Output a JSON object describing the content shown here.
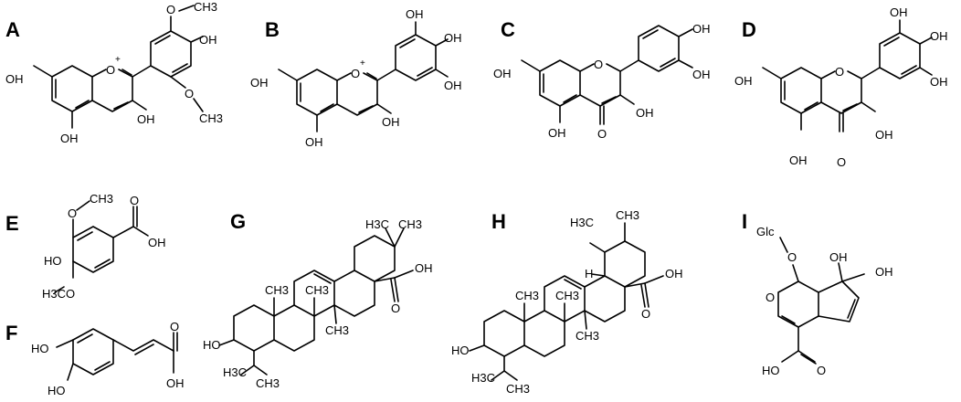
{
  "panels": {
    "A": {
      "label": "A",
      "atoms": {
        "oh1": "OH",
        "oh2": "OH",
        "oh3": "OH",
        "oh4": "OH",
        "o_ring": "O",
        "plus": "+",
        "o_me1": "O",
        "ch3_1": "CH3",
        "o_me2": "O",
        "ch3_2": "CH3"
      }
    },
    "B": {
      "label": "B",
      "atoms": {
        "oh1": "OH",
        "oh2": "OH",
        "oh3": "OH",
        "oh4": "OH",
        "oh5": "OH",
        "oh6": "OH",
        "o_ring": "O",
        "plus": "+"
      }
    },
    "C": {
      "label": "C",
      "atoms": {
        "oh1": "OH",
        "oh2": "OH",
        "oh3": "OH",
        "oh4": "OH",
        "oh5": "OH",
        "o_ring": "O",
        "o_keto": "O"
      }
    },
    "D": {
      "label": "D",
      "atoms": {
        "oh1": "OH",
        "oh2": "OH",
        "oh3": "OH",
        "oh4": "OH",
        "oh5": "OH",
        "oh6": "OH",
        "o_ring": "O",
        "o_keto": "O"
      }
    },
    "E": {
      "label": "E",
      "atoms": {
        "ho": "HO",
        "o_me1": "O",
        "ch3_1": "CH3",
        "h3co": "H3CO",
        "acid": "OH",
        "o_carbonyl": "O"
      }
    },
    "F": {
      "label": "F",
      "atoms": {
        "ho1": "HO",
        "ho2": "HO",
        "acid": "OH",
        "o_carbonyl": "O"
      }
    },
    "G": {
      "label": "G",
      "atoms": {
        "ho": "HO",
        "h3c_a": "H3C",
        "ch3_a": "CH3",
        "h3c_b": "H3C",
        "ch3_b": "CH3",
        "ch3_c": "CH3",
        "ch3_d": "CH3",
        "ch3_e": "CH3",
        "oh": "OH",
        "o": "O"
      }
    },
    "H": {
      "label": "H",
      "atoms": {
        "ho": "HO",
        "h3c_a": "H3C",
        "h3c_b": "H3C",
        "ch3_b": "CH3",
        "ch3_c": "CH3",
        "ch3_d": "CH3",
        "ch3_e": "CH3",
        "h": "H",
        "oh": "OH",
        "o": "O"
      }
    },
    "I": {
      "label": "I",
      "atoms": {
        "glc": "Glc",
        "o_glc": "O",
        "oh1": "OH",
        "oh2": "OH",
        "o_ring": "O",
        "ho": "HO",
        "o_carbonyl": "O"
      }
    }
  }
}
